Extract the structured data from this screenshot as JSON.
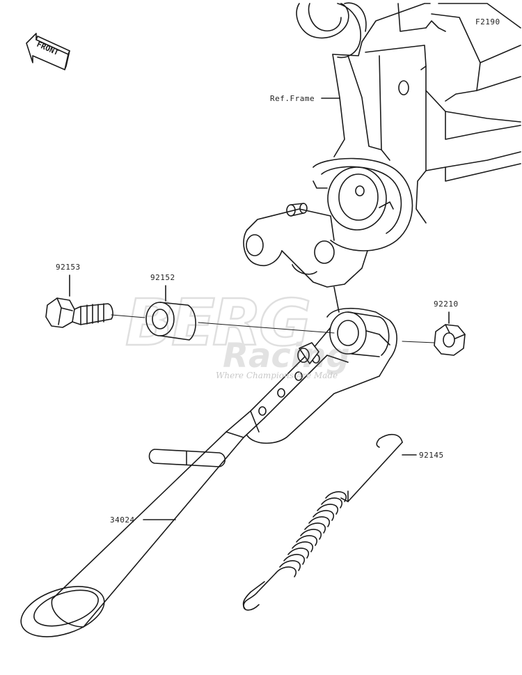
{
  "diagram_code": "F2190",
  "front_label": "FRONT",
  "frame_ref_label": "Ref.Frame",
  "watermark": {
    "brand_top": "BERG",
    "brand_bottom": "Racing",
    "tagline": "Where Champions Are Made"
  },
  "parts": [
    {
      "number": "92153",
      "name": "bolt"
    },
    {
      "number": "92152",
      "name": "collar"
    },
    {
      "number": "92210",
      "name": "nut"
    },
    {
      "number": "92145",
      "name": "spring"
    },
    {
      "number": "34024",
      "name": "side-stand"
    }
  ],
  "colors": {
    "line": "#1a1a1a",
    "watermark": "#d8d8d8"
  }
}
